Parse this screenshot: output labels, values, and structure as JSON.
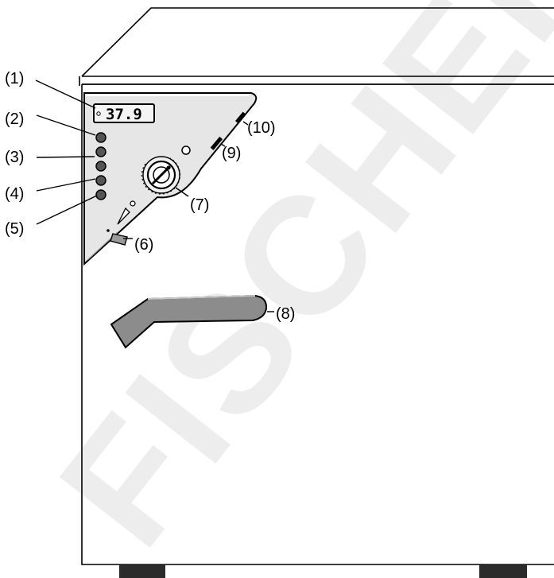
{
  "watermark": "FISCHER SAS",
  "display_readout": "37.9",
  "callouts": [
    "(1)",
    "(2)",
    "(3)",
    "(4)",
    "(5)",
    "(6)",
    "(7)",
    "(8)",
    "(9)",
    "(10)"
  ],
  "colors": {
    "outline": "#000000",
    "panel_fill": "#e6e6e6",
    "handle_fill": "#8c8c8c",
    "watermark": "#ededed"
  }
}
